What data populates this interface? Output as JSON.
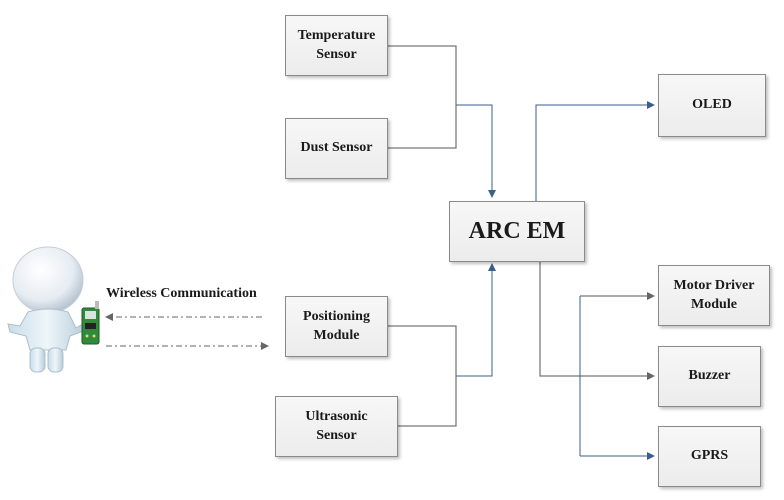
{
  "diagram": {
    "blocks": {
      "temperature_sensor": "Temperature\nSensor",
      "dust_sensor": "Dust Sensor",
      "arc_em": "ARC EM",
      "oled": "OLED",
      "positioning_module": "Positioning\nModule",
      "ultrasonic_sensor": "Ultrasonic\nSensor",
      "motor_driver_module": "Motor Driver\nModule",
      "buzzer": "Buzzer",
      "gprs": "GPRS"
    },
    "wireless_label": "Wireless Communication",
    "colors": {
      "arrow": "#3a5f8a",
      "line": "#555555",
      "block_border": "#8a8a8a",
      "block_fill": "#f0f0f0"
    },
    "icons": [
      "person-figure-icon",
      "wireless-module-icon"
    ]
  }
}
